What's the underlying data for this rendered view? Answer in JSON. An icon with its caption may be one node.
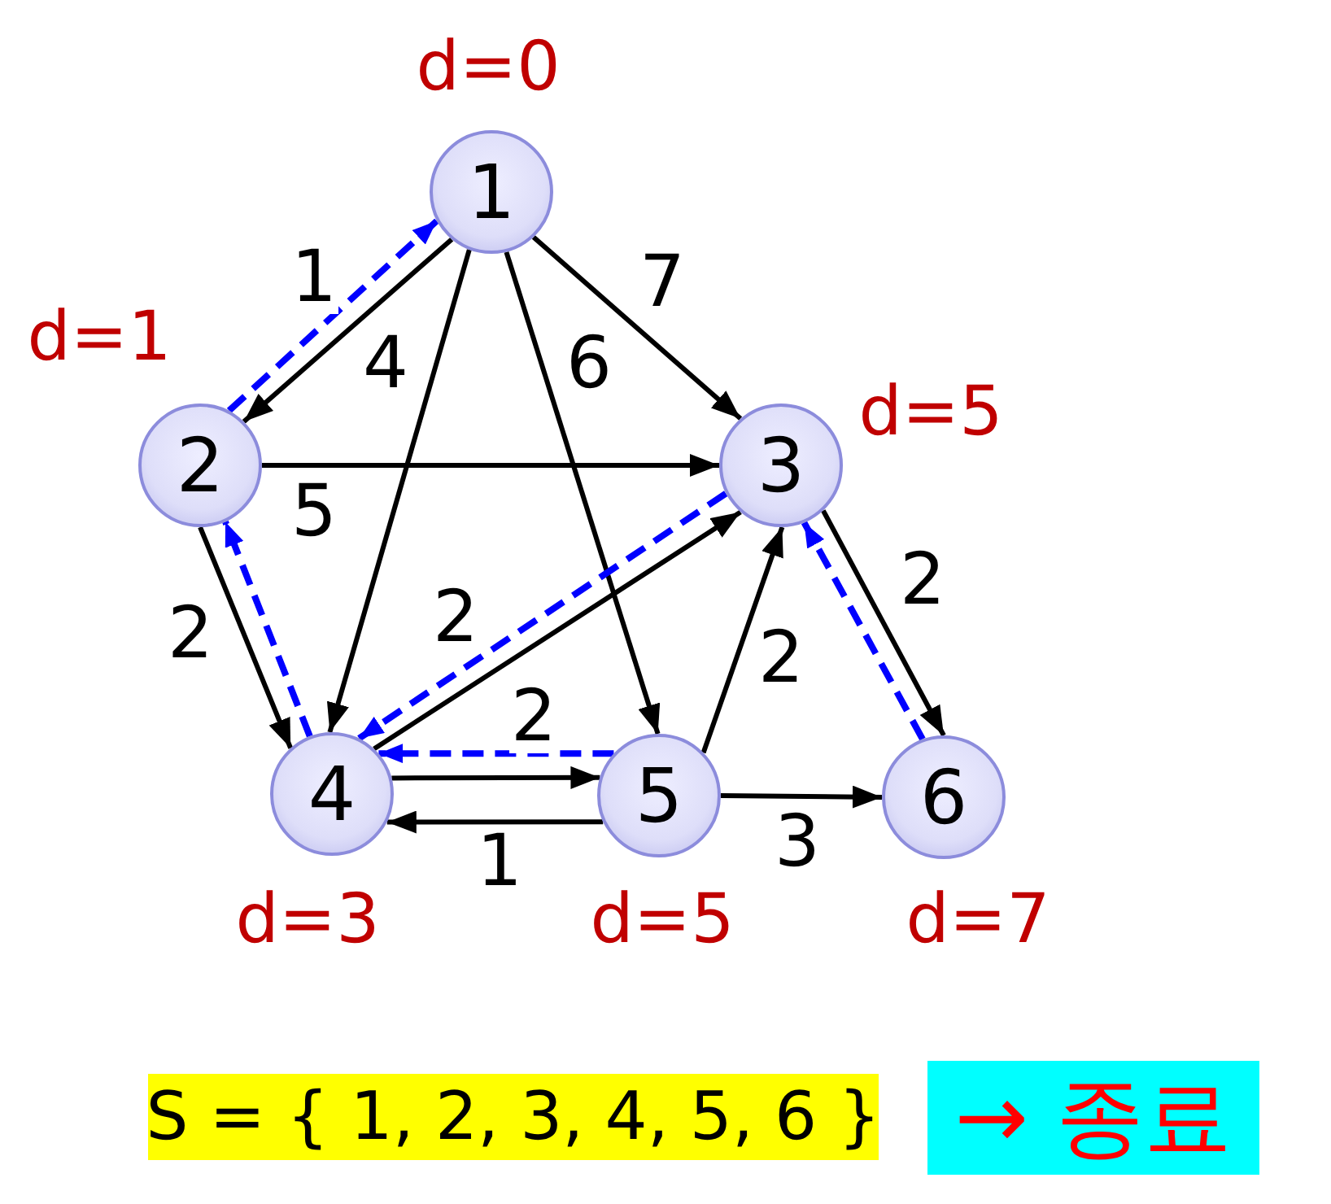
{
  "diagram": {
    "nodes": [
      {
        "text": [
          "1"
        ],
        "beside": [
          "d=0"
        ]
      },
      {
        "text": [
          "2"
        ],
        "beside": [
          "d=1"
        ]
      },
      {
        "text": [
          "3"
        ],
        "beside": [
          "d=5"
        ]
      },
      {
        "text": [
          "4"
        ],
        "beside": [
          "d=3"
        ]
      },
      {
        "text": [
          "5"
        ],
        "beside": [
          "d=5"
        ]
      },
      {
        "text": [
          "6"
        ],
        "beside": [
          "d=7"
        ]
      },
      {
        "text": [
          "S = { 1, 2, 3, 4, 5, 6 }"
        ]
      },
      {
        "text": [
          "→ 종료"
        ]
      }
    ],
    "edges": [
      {
        "from": 0,
        "to": 1,
        "arrow": "to",
        "label": "1"
      },
      {
        "from": 0,
        "to": 3,
        "arrow": "to",
        "label": "4"
      },
      {
        "from": 0,
        "to": 4,
        "arrow": "to",
        "label": "6"
      },
      {
        "from": 0,
        "to": 2,
        "arrow": "to",
        "label": "7"
      },
      {
        "from": 1,
        "to": 2,
        "arrow": "to",
        "label": "5"
      },
      {
        "from": 1,
        "to": 3,
        "arrow": "to",
        "label": "2"
      },
      {
        "from": 3,
        "to": 2,
        "arrow": "to",
        "label": "2"
      },
      {
        "from": 3,
        "to": 4,
        "arrow": "to",
        "label": "2"
      },
      {
        "from": 4,
        "to": 3,
        "arrow": "to",
        "label": "1"
      },
      {
        "from": 4,
        "to": 2,
        "arrow": "to",
        "label": "2"
      },
      {
        "from": 4,
        "to": 5,
        "arrow": "to",
        "label": "3"
      },
      {
        "from": 2,
        "to": 5,
        "arrow": "to",
        "label": "2"
      },
      {
        "from": 1,
        "to": 0,
        "arrow": "to",
        "style": "dashed",
        "color": "#0000ff"
      },
      {
        "from": 3,
        "to": 1,
        "arrow": "to",
        "style": "dashed",
        "color": "#0000ff"
      },
      {
        "from": 2,
        "to": 3,
        "arrow": "to",
        "style": "dashed",
        "color": "#0000ff"
      },
      {
        "from": 4,
        "to": 3,
        "arrow": "to",
        "style": "dashed",
        "color": "#0000ff"
      },
      {
        "from": 5,
        "to": 2,
        "arrow": "to",
        "style": "dashed",
        "color": "#0000ff"
      }
    ]
  }
}
